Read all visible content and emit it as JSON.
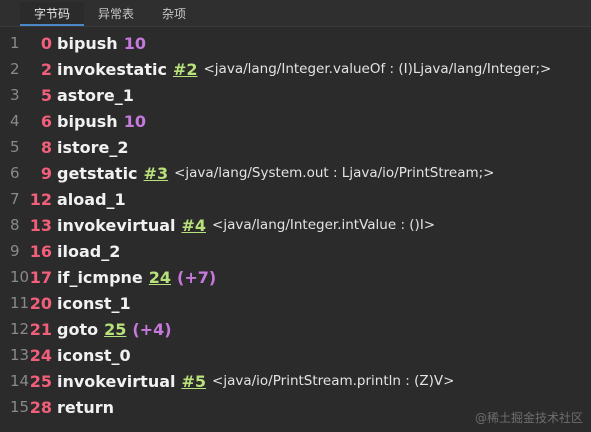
{
  "tabs": [
    {
      "label": "字节码",
      "active": true
    },
    {
      "label": "异常表",
      "active": false
    },
    {
      "label": "杂项",
      "active": false
    }
  ],
  "code": [
    {
      "line": "1",
      "offset": "0",
      "op": "bipush",
      "arg": "10",
      "arg_kind": "num",
      "rel": "",
      "comment": ""
    },
    {
      "line": "2",
      "offset": "2",
      "op": "invokestatic",
      "arg": "#2",
      "arg_kind": "ref",
      "rel": "",
      "comment": "<java/lang/Integer.valueOf : (I)Ljava/lang/Integer;>"
    },
    {
      "line": "3",
      "offset": "5",
      "op": "astore_1",
      "arg": "",
      "arg_kind": "",
      "rel": "",
      "comment": ""
    },
    {
      "line": "4",
      "offset": "6",
      "op": "bipush",
      "arg": "10",
      "arg_kind": "num",
      "rel": "",
      "comment": ""
    },
    {
      "line": "5",
      "offset": "8",
      "op": "istore_2",
      "arg": "",
      "arg_kind": "",
      "rel": "",
      "comment": ""
    },
    {
      "line": "6",
      "offset": "9",
      "op": "getstatic",
      "arg": "#3",
      "arg_kind": "ref",
      "rel": "",
      "comment": "<java/lang/System.out : Ljava/io/PrintStream;>"
    },
    {
      "line": "7",
      "offset": "12",
      "op": "aload_1",
      "arg": "",
      "arg_kind": "",
      "rel": "",
      "comment": ""
    },
    {
      "line": "8",
      "offset": "13",
      "op": "invokevirtual",
      "arg": "#4",
      "arg_kind": "ref",
      "rel": "",
      "comment": "<java/lang/Integer.intValue : ()I>"
    },
    {
      "line": "9",
      "offset": "16",
      "op": "iload_2",
      "arg": "",
      "arg_kind": "",
      "rel": "",
      "comment": ""
    },
    {
      "line": "10",
      "offset": "17",
      "op": "if_icmpne",
      "arg": "24",
      "arg_kind": "target",
      "rel": "(+7)",
      "comment": ""
    },
    {
      "line": "11",
      "offset": "20",
      "op": "iconst_1",
      "arg": "",
      "arg_kind": "",
      "rel": "",
      "comment": ""
    },
    {
      "line": "12",
      "offset": "21",
      "op": "goto",
      "arg": "25",
      "arg_kind": "target",
      "rel": "(+4)",
      "comment": ""
    },
    {
      "line": "13",
      "offset": "24",
      "op": "iconst_0",
      "arg": "",
      "arg_kind": "",
      "rel": "",
      "comment": ""
    },
    {
      "line": "14",
      "offset": "25",
      "op": "invokevirtual",
      "arg": "#5",
      "arg_kind": "ref",
      "rel": "",
      "comment": "<java/io/PrintStream.println : (Z)V>"
    },
    {
      "line": "15",
      "offset": "28",
      "op": "return",
      "arg": "",
      "arg_kind": "",
      "rel": "",
      "comment": ""
    }
  ],
  "watermark": "@稀土掘金技术社区",
  "colors": {
    "background": "#2b2b2b",
    "offset": "#f25f7a",
    "number": "#c679dd",
    "reference": "#b8e07b",
    "opcode": "#f1f1f1",
    "comment": "#e3e3e3",
    "line_number": "#8a8a8a"
  }
}
